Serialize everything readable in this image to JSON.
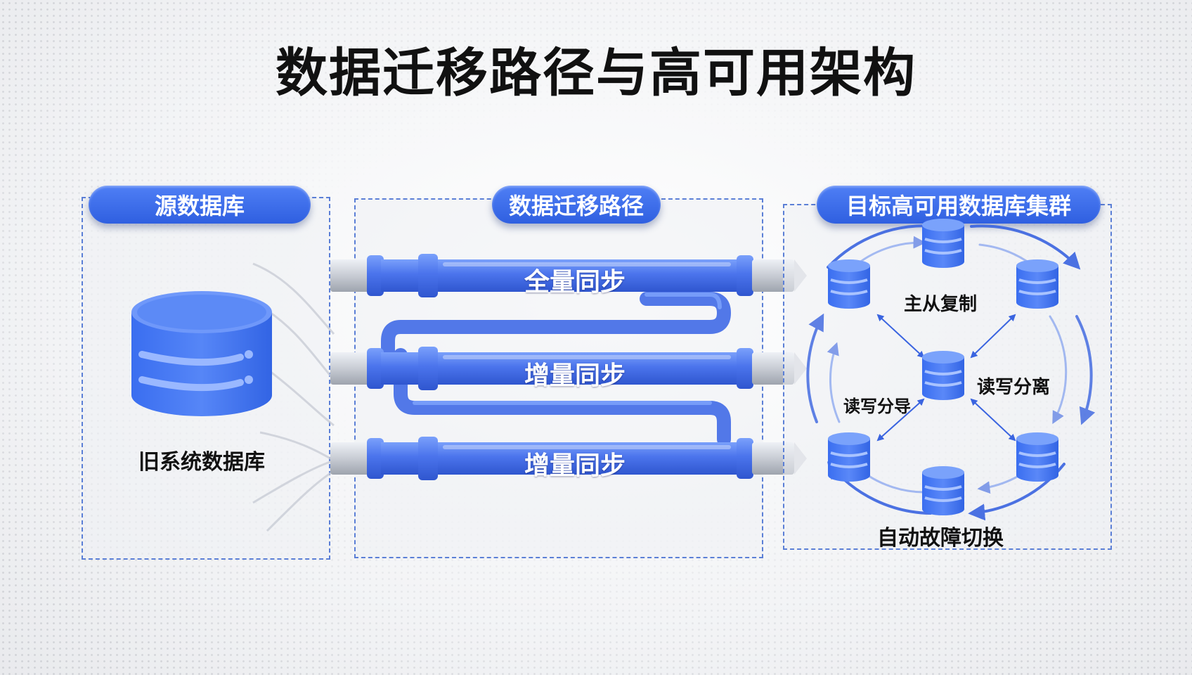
{
  "title": "数据迁移路径与高可用架构",
  "panels": {
    "source": {
      "header": "源数据库",
      "db_label": "旧系统数据库"
    },
    "migration": {
      "header": "数据迁移路径",
      "pipes": [
        {
          "label": "全量同步"
        },
        {
          "label": "增量同步"
        },
        {
          "label": "增量同步"
        }
      ]
    },
    "target": {
      "header": "目标高可用数据库集群",
      "labels": {
        "replication": "主从复制",
        "rw_split_right": "读写分离",
        "rw_split_left": "读写分导",
        "failover": "自动故障切换"
      }
    }
  },
  "colors": {
    "accent": "#3366e8",
    "pipe": "#4f78ee",
    "border": "#5b7fd6"
  }
}
